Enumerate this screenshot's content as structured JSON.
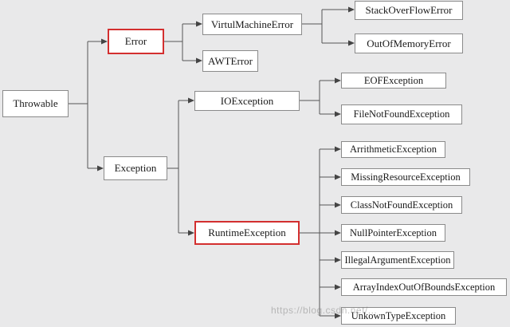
{
  "nodes": {
    "throwable": "Throwable",
    "error": "Error",
    "exception": "Exception",
    "virtual_machine_error": "VirtulMachineError",
    "awt_error": "AWTError",
    "stack_overflow_error": "StackOverFlowError",
    "out_of_memory_error": "OutOfMemoryError",
    "io_exception": "IOException",
    "eof_exception": "EOFException",
    "file_not_found_exception": "FileNotFoundException",
    "runtime_exception": "RuntimeException",
    "arithmetic_exception": "ArrithmeticException",
    "missing_resource_exception": "MissingResourceException",
    "class_not_found_exception": "ClassNotFoundException",
    "null_pointer_exception": "NullPointerException",
    "illegal_argument_exception": "IllegalArgumentException",
    "array_index_out_of_bounds_exception": "ArrayIndexOutOfBoundsException",
    "unkown_type_exception": "UnkownTypeException"
  },
  "highlight_color": "#d32f2f",
  "watermark": "https://blog.csdn.net/..."
}
